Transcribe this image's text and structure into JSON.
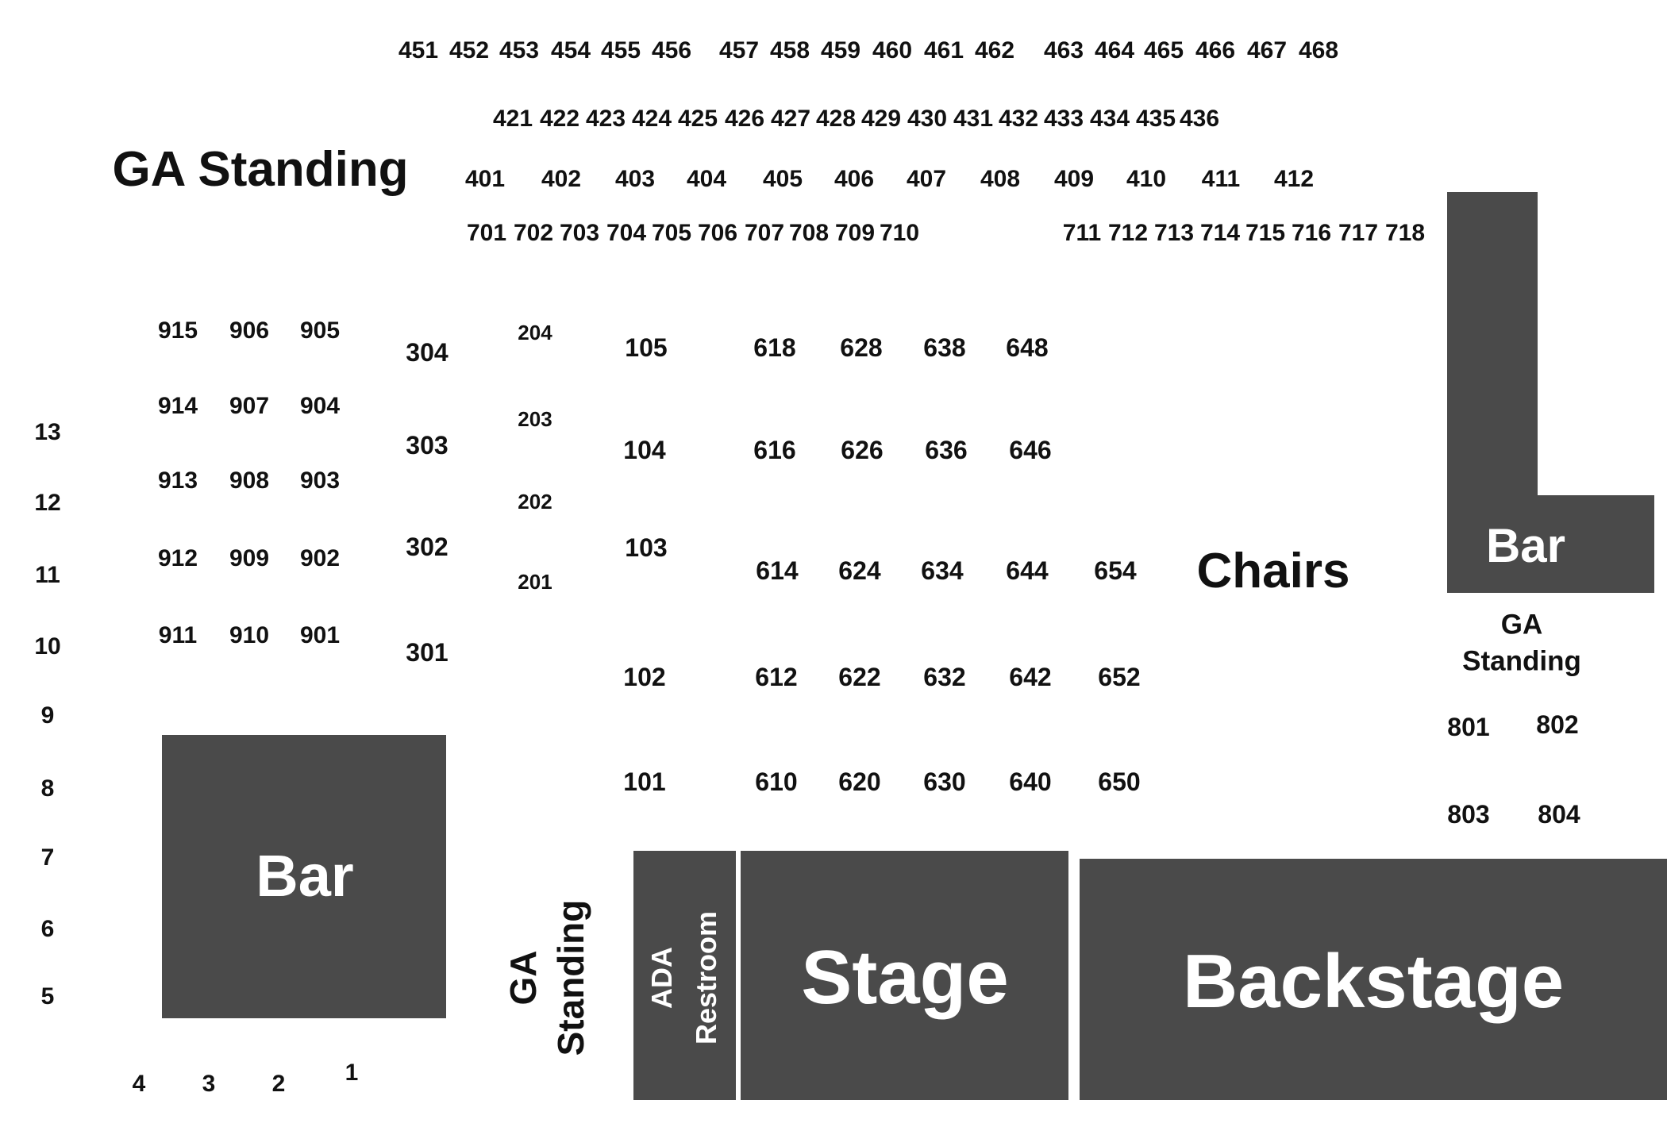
{
  "areas": {
    "ga_standing_top": "GA Standing",
    "ga_standing_left": [
      "GA",
      "Standing"
    ],
    "ga_standing_right": [
      "GA",
      "Standing"
    ],
    "chairs": "Chairs",
    "bar_left": "Bar",
    "bar_right": "Bar",
    "ada_restroom": [
      "ADA",
      "Restroom"
    ],
    "stage": "Stage",
    "backstage": "Backstage"
  },
  "colors": {
    "area_fill": "#4a4a4a",
    "area_text": "#ffffff",
    "label_text": "#111111"
  },
  "rows": {
    "row_450": [
      "451",
      "452",
      "453",
      "454",
      "455",
      "456",
      "457",
      "458",
      "459",
      "460",
      "461",
      "462",
      "463",
      "464",
      "465",
      "466",
      "467",
      "468"
    ],
    "row_420": [
      "421",
      "422",
      "423",
      "424",
      "425",
      "426",
      "427",
      "428",
      "429",
      "430",
      "431",
      "432",
      "433",
      "434",
      "435",
      "436"
    ],
    "row_400": [
      "401",
      "402",
      "403",
      "404",
      "405",
      "406",
      "407",
      "408",
      "409",
      "410",
      "411",
      "412"
    ],
    "row_700": [
      "701",
      "702",
      "703",
      "704",
      "705",
      "706",
      "707",
      "708",
      "709",
      "710",
      "711",
      "712",
      "713",
      "714",
      "715",
      "716",
      "717",
      "718"
    ],
    "block_900": [
      "915",
      "906",
      "905",
      "914",
      "907",
      "904",
      "913",
      "908",
      "903",
      "912",
      "909",
      "902",
      "911",
      "910",
      "901"
    ],
    "block_300": [
      "304",
      "303",
      "302",
      "301"
    ],
    "block_200": [
      "204",
      "203",
      "202",
      "201"
    ],
    "block_100": [
      "105",
      "104",
      "103",
      "102",
      "101"
    ],
    "block_600": [
      "618",
      "628",
      "638",
      "648",
      "616",
      "626",
      "636",
      "646",
      "614",
      "624",
      "634",
      "644",
      "654",
      "612",
      "622",
      "632",
      "642",
      "652",
      "610",
      "620",
      "630",
      "640",
      "650"
    ],
    "block_800": [
      "801",
      "802",
      "803",
      "804"
    ],
    "left_column": [
      "13",
      "12",
      "11",
      "10",
      "9",
      "8",
      "7",
      "6",
      "5"
    ],
    "bottom_row": [
      "4",
      "3",
      "2",
      "1"
    ]
  }
}
